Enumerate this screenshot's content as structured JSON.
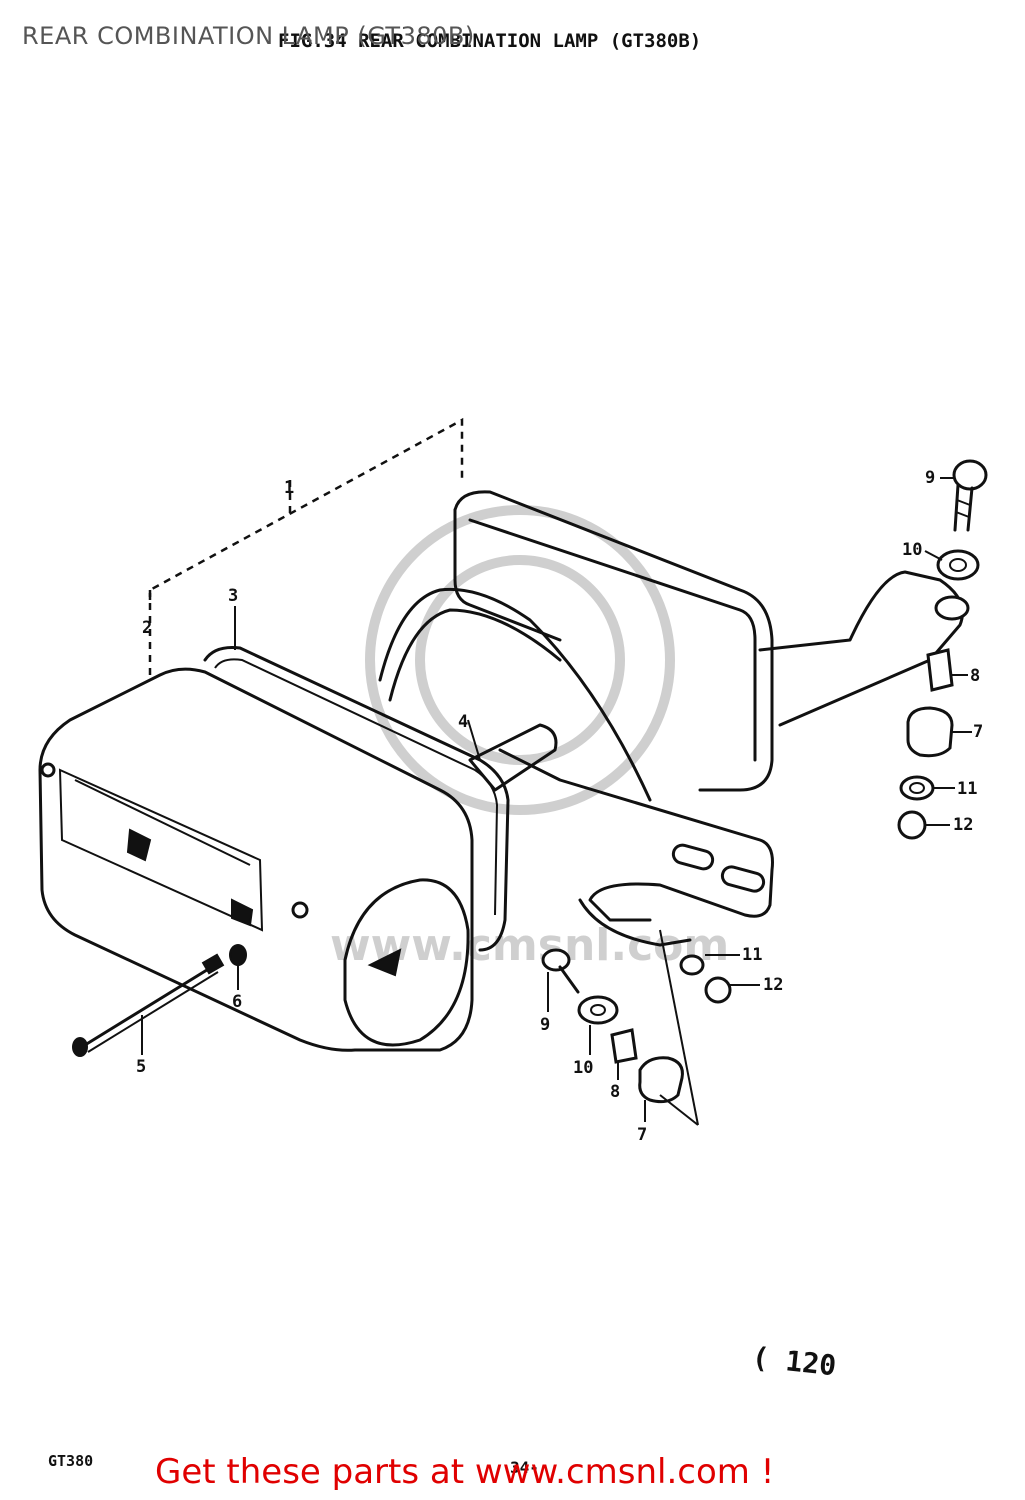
{
  "page": {
    "title": "REAR COMBINATION LAMP (GT380B)",
    "fig_caption": "FIG.34  REAR COMBINATION LAMP (GT380B)",
    "page_number": "( 120",
    "model_code": "GT380",
    "sheet_number": "34-",
    "promo_banner": "Get these parts at www.cmsnl.com !",
    "watermark": "www.cmsnl.com"
  },
  "callouts": [
    {
      "id": "c1",
      "label": "1"
    },
    {
      "id": "c2",
      "label": "2"
    },
    {
      "id": "c3",
      "label": "3"
    },
    {
      "id": "c4",
      "label": "4"
    },
    {
      "id": "c5",
      "label": "5"
    },
    {
      "id": "c6",
      "label": "6"
    },
    {
      "id": "c7a",
      "label": "7"
    },
    {
      "id": "c7b",
      "label": "7"
    },
    {
      "id": "c8a",
      "label": "8"
    },
    {
      "id": "c8b",
      "label": "8"
    },
    {
      "id": "c9a",
      "label": "9"
    },
    {
      "id": "c9b",
      "label": "9"
    },
    {
      "id": "c10a",
      "label": "10"
    },
    {
      "id": "c10b",
      "label": "10"
    },
    {
      "id": "c11a",
      "label": "11"
    },
    {
      "id": "c11b",
      "label": "11"
    },
    {
      "id": "c12a",
      "label": "12"
    },
    {
      "id": "c12b",
      "label": "12"
    }
  ],
  "colors": {
    "promo": "#e00000",
    "title": "#555555",
    "ink": "#111111",
    "watermark": "#cfcfcf"
  }
}
